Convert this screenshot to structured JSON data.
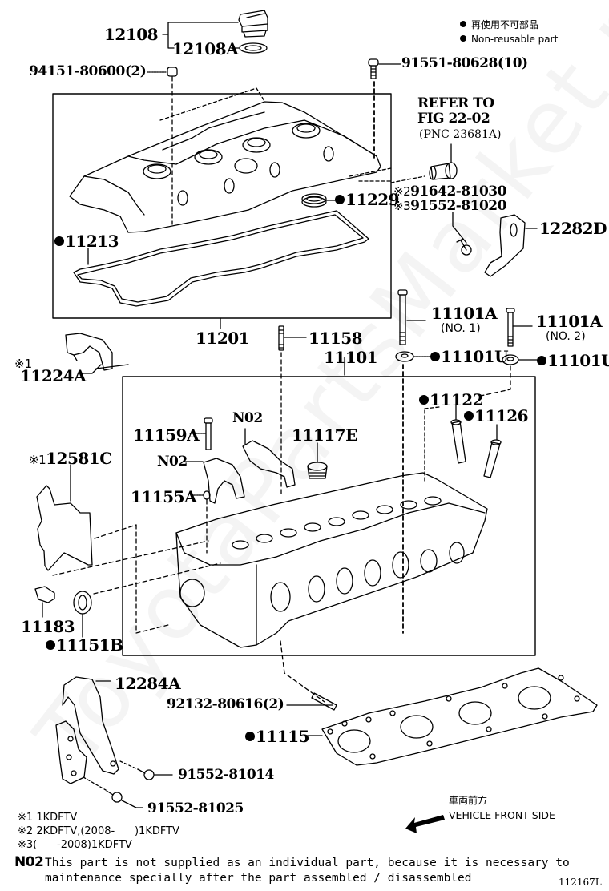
{
  "legend": {
    "jp_text": "再使用不可部品",
    "en_text": "Non-reusable part"
  },
  "labels": {
    "p12108": "12108",
    "p12108A": "12108A",
    "p94151": "94151-80600(2)",
    "p91551": "91551-80628(10)",
    "refer_line1": "REFER TO",
    "refer_line2": "FIG 22-02",
    "refer_line3": "(PNC 23681A)",
    "p91642_mark": "※2",
    "p91642": "91642-81030",
    "p91552_81020_mark": "※3",
    "p91552_81020": "91552-81020",
    "p11229": "11229",
    "p12282D": "12282D",
    "p11213": "11213",
    "p11201": "11201",
    "p11224A_mark": "※1",
    "p11224A": "11224A",
    "p11158": "11158",
    "p11101A_1": "11101A",
    "p11101A_1_sub": "(NO. 1)",
    "p11101A_2": "11101A",
    "p11101A_2_sub": "(NO. 2)",
    "p11101U_1": "11101U",
    "p11101U_2": "11101U",
    "p11101": "11101",
    "p11122": "11122",
    "p11126": "11126",
    "p11159A": "11159A",
    "n02_a": "N02",
    "n02_b": "N02",
    "p11117E": "11117E",
    "p12581C_mark": "※1",
    "p12581C": "12581C",
    "p11155A": "11155A",
    "p11183": "11183",
    "p11151B": "11151B",
    "p12284A": "12284A",
    "p92132": "92132-80616(2)",
    "p11115": "11115",
    "p91552_81014": "91552-81014",
    "p91552_81025": "91552-81025"
  },
  "non_reusable_parts": [
    "11229",
    "11213",
    "11101U",
    "11122",
    "11126",
    "11151B",
    "11115"
  ],
  "footnotes": [
    {
      "mark": "※1",
      "text": "1KDFTV"
    },
    {
      "mark": "※2",
      "text": "2KDFTV,(2008-      )1KDFTV"
    },
    {
      "mark": "※3",
      "text": "(      -2008)1KDFTV"
    }
  ],
  "n02_note": {
    "mark": "N02",
    "line1": "This part is not supplied as an individual part, because it is necessary to",
    "line2": "maintenance specially after the part assembled / disassembled"
  },
  "direction": {
    "jp_text": "車両前方",
    "en_text": "VEHICLE FRONT SIDE",
    "arrow": "arrow-down-left"
  },
  "figure_id": "112167L",
  "watermark": "ToyotaPartsMarket.ru"
}
